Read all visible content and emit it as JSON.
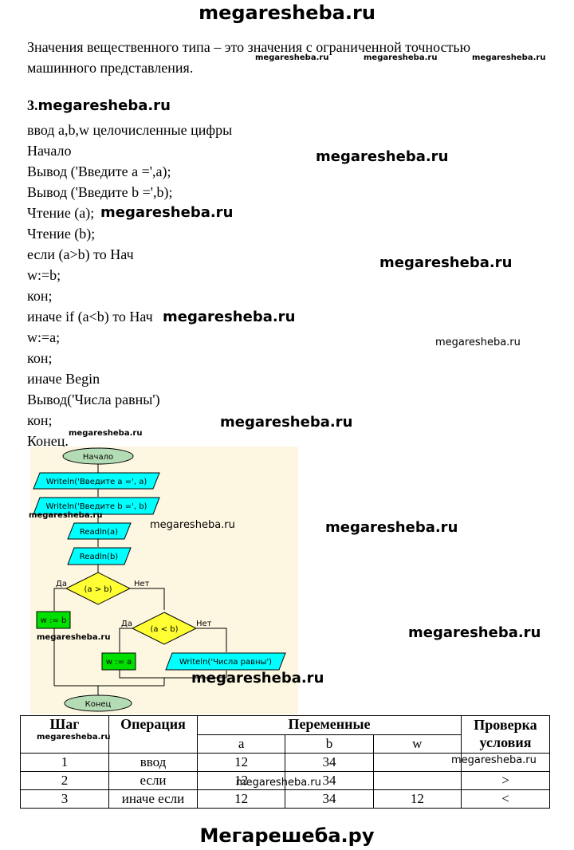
{
  "header": {
    "site_title": "megaresheba.ru"
  },
  "intro": {
    "line1": "Значения вещественного типа – это значения с ограниченной точностью",
    "line2": "машинного представления."
  },
  "task": {
    "number": "3.",
    "watermark": "megaresheba.ru",
    "code_lines": [
      "ввод a,b,w целочисленные цифры",
      "Начало",
      "Вывод ('Введите а =',a);",
      "Вывод ('Введите b =',b);",
      "Чтение (a);",
      "Чтение (b);",
      "если (a>b) то Нач",
      "w:=b;",
      "кон;",
      "иначе if (a<b) то Нач",
      "w:=a;",
      "кон;",
      "иначе Begin",
      "Вывод('Числа равны')",
      "кон;",
      "Конец."
    ]
  },
  "watermarks": {
    "text": "megaresheba.ru"
  },
  "flowchart": {
    "start": "Начало",
    "out_a": "Writeln('Введите a =', a)",
    "out_b": "Writeln('Введите b =', b)",
    "read_a": "Readln(a)",
    "read_b": "Readln(b)",
    "cond1": "(a > b)",
    "cond1_yes": "Да",
    "cond1_no": "Нет",
    "assign_b": "w := b",
    "cond2": "(a < b)",
    "cond2_yes": "Да",
    "cond2_no": "Нет",
    "assign_a": "w := a",
    "out_equal": "Writeln('Числа равны')",
    "end": "Конец",
    "colors": {
      "background": "#fdf6e1",
      "terminal": "#b4dcb4",
      "io": "#00ffff",
      "decision": "#ffff33",
      "process": "#00e000"
    }
  },
  "table": {
    "headers": {
      "step": "Шаг",
      "operation": "Операция",
      "variables": "Переменные",
      "check": "Проверка условия",
      "var_a": "a",
      "var_b": "b",
      "var_w": "w"
    },
    "rows": [
      {
        "step": "1",
        "op": "ввод",
        "a": "12",
        "b": "34",
        "w": "",
        "check": ""
      },
      {
        "step": "2",
        "op": "если",
        "a": "12",
        "b": "34",
        "w": "",
        "check": ">"
      },
      {
        "step": "3",
        "op": "иначе если",
        "a": "12",
        "b": "34",
        "w": "12",
        "check": "<"
      }
    ]
  },
  "footer": {
    "text": "Мегарешеба.ру"
  }
}
